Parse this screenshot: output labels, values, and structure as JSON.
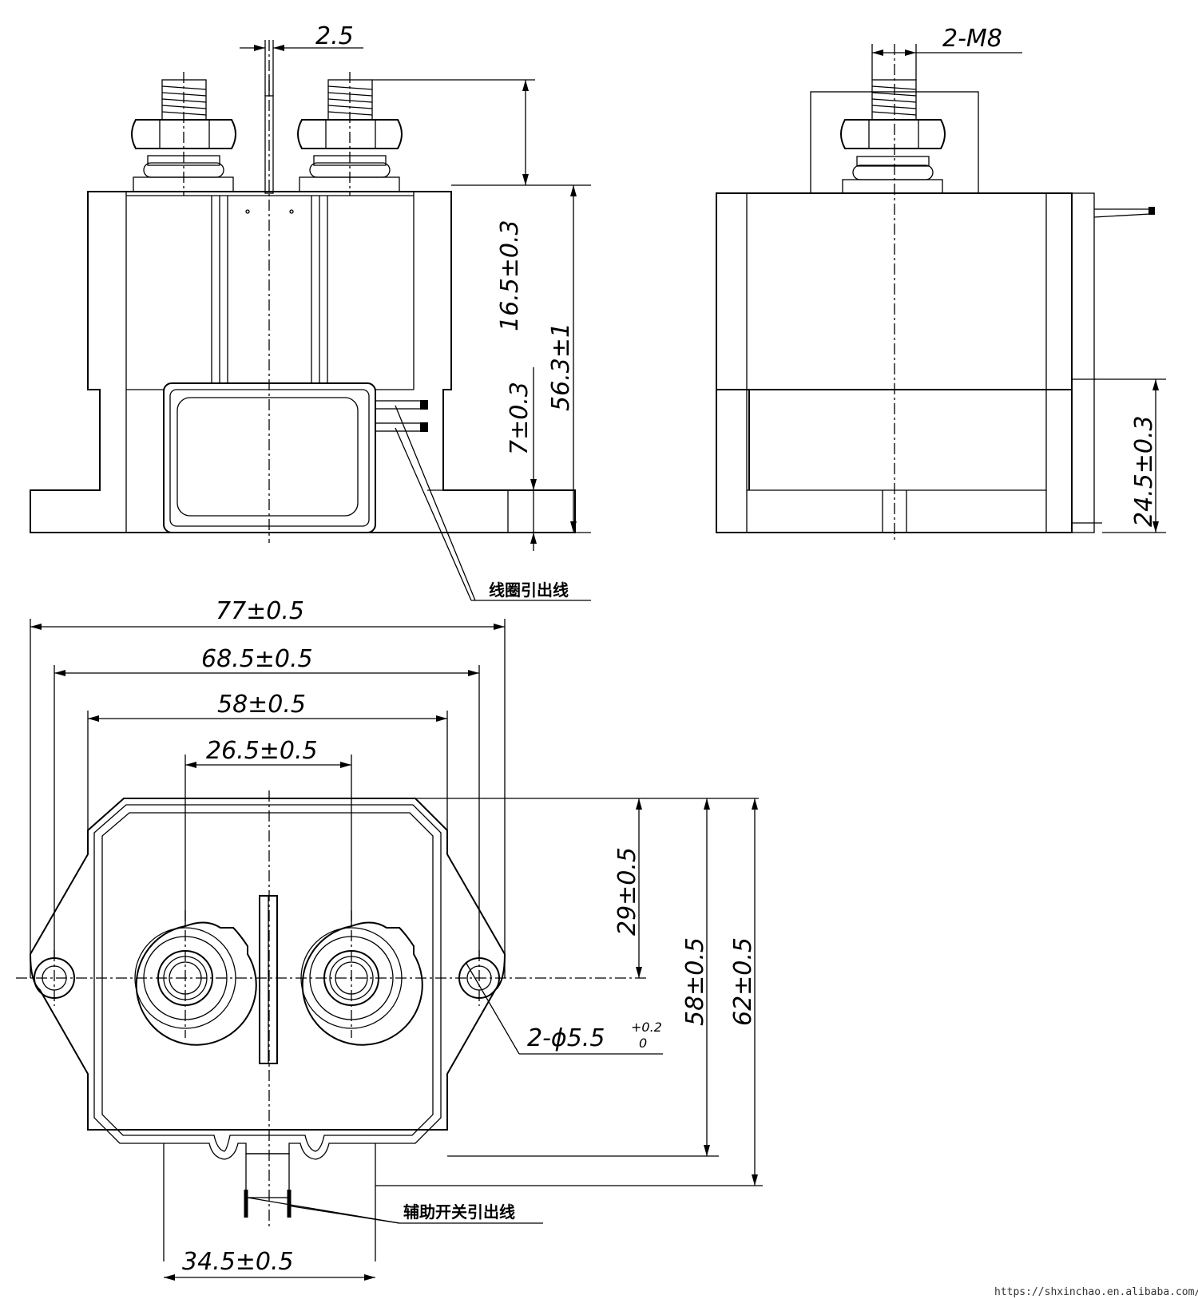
{
  "dimensions": {
    "lead_thickness": "2.5",
    "thread": "2-M8",
    "stud_height": "16.5±0.3",
    "total_height": "56.3±1",
    "coil_lead_height": "7±0.3",
    "side_height": "24.5±0.3",
    "overall_width": "77±0.5",
    "width_685": "68.5±0.5",
    "width_58": "58±0.5",
    "terminal_spacing": "26.5±0.5",
    "depth_29": "29±0.5",
    "depth_58": "58±0.5",
    "depth_62": "62±0.5",
    "hole_dia_main": "2-ϕ5.5",
    "hole_tol_upper": "+0.2",
    "hole_tol_lower": "0",
    "bottom_width": "34.5±0.5"
  },
  "labels": {
    "coil_lead": "线圈引出线",
    "aux_switch_lead": "辅助开关引出线"
  },
  "watermark": "https://shxinchao.en.alibaba.com/"
}
